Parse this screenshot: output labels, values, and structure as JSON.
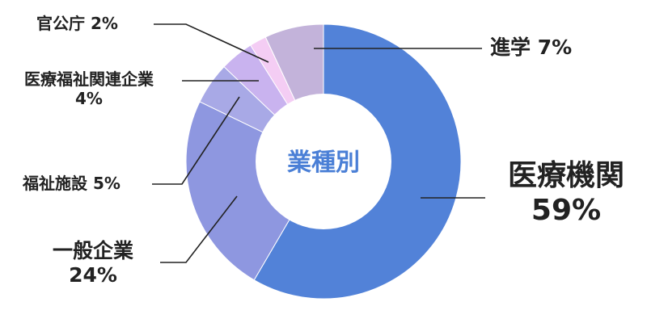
{
  "chart_data": {
    "type": "pie",
    "center_label": "業種別",
    "slices": [
      {
        "label": "医療機関",
        "value": 59,
        "pct": "59%",
        "color": "#5282d8"
      },
      {
        "label": "一般企業",
        "value": 24,
        "pct": "24%",
        "color": "#8e97e0"
      },
      {
        "label": "福祉施設",
        "value": 5,
        "pct": "5%",
        "color": "#a8a9e6"
      },
      {
        "label": "医療福祉関連企業",
        "value": 4,
        "pct": "4%",
        "color": "#c9b3ef"
      },
      {
        "label": "官公庁",
        "value": 2,
        "pct": "2%",
        "color": "#f4cdf4"
      },
      {
        "label": "進学",
        "value": 7,
        "pct": "7%",
        "color": "#c3b3da"
      }
    ]
  }
}
